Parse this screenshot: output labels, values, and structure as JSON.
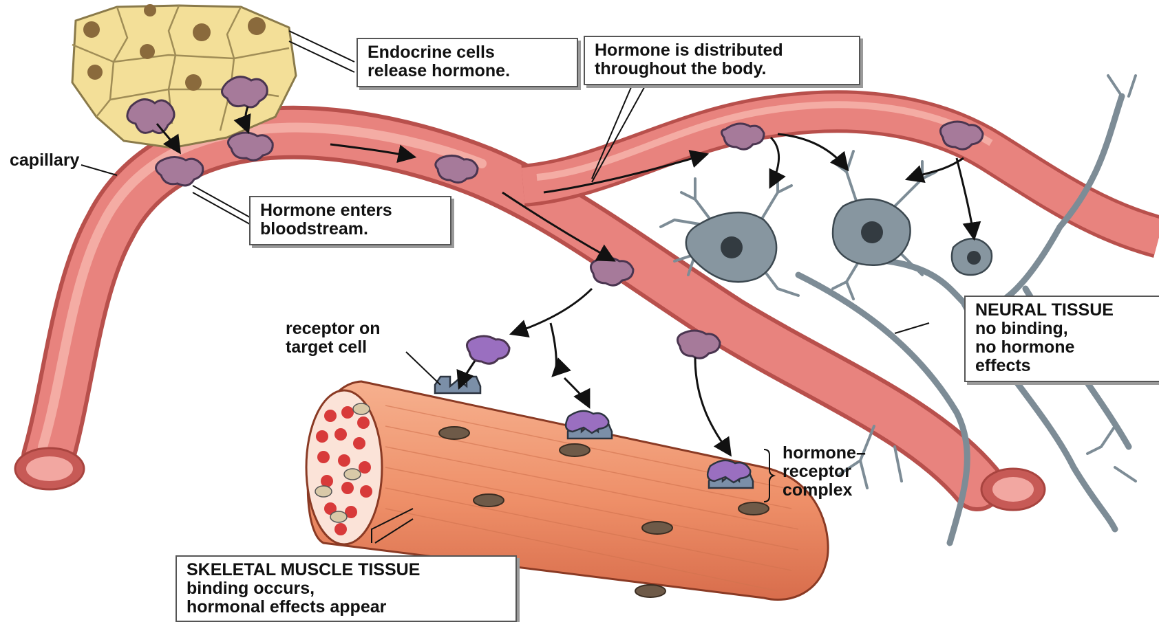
{
  "labels": {
    "endocrine": [
      "Endocrine cells",
      "release hormone."
    ],
    "distributed": [
      "Hormone is distributed",
      "throughout the body."
    ],
    "capillary": "capillary",
    "enters": [
      "Hormone enters",
      "bloodstream."
    ],
    "receptor": [
      "receptor on",
      "target cell"
    ],
    "neural": [
      "NEURAL TISSUE",
      "no binding,",
      "no hormone",
      "effects"
    ],
    "complex": [
      "hormone–",
      "receptor",
      "complex"
    ],
    "skeletal": [
      "SKELETAL MUSCLE TISSUE",
      "binding occurs,",
      "hormonal effects appear"
    ]
  },
  "colors": {
    "capillary": "#e8837e",
    "capillary_dark": "#b8504c",
    "endocrine_cell": "#f3df98",
    "nucleus": "#8a6a3c",
    "hormone": "#a67a9a",
    "hormone_bound": "#9a6fc0",
    "neuron": "#8796a0",
    "muscle": "#f09a72"
  }
}
